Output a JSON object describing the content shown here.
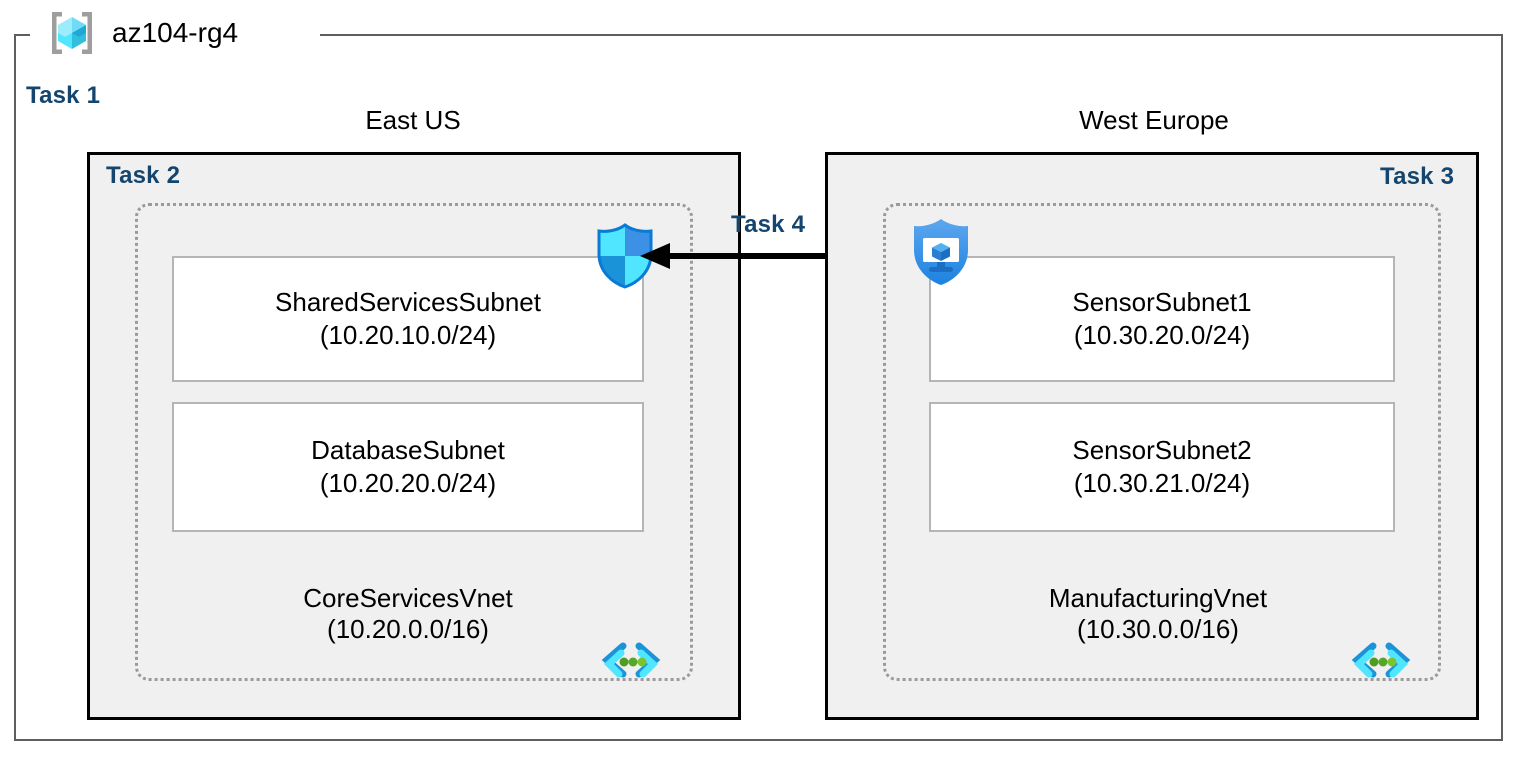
{
  "diagram": {
    "resource_group": {
      "name": "az104-rg4",
      "icon": "resource-group-cube-icon"
    },
    "task_labels": {
      "task1": "Task 1",
      "task2": "Task 2",
      "task3": "Task 3",
      "task4": "Task 4"
    },
    "colors": {
      "task_label": "#14456f",
      "region_fill": "#f0f0f0",
      "region_border": "#000000",
      "vnet_border": "#9a9a9a",
      "subnet_border": "#b5b5b5",
      "rg_border": "#5e5e5e",
      "arrow": "#000000",
      "azure_blue": "#0078d4",
      "azure_cyan": "#50e6ff"
    },
    "regions": [
      {
        "id": "east-us",
        "title": "East US",
        "task": "Task 2",
        "vnet": {
          "name": "CoreServicesVnet",
          "cidr": "(10.20.0.0/16)",
          "icon": "virtual-network-icon",
          "subnets": [
            {
              "name": "SharedServicesSubnet",
              "cidr": "(10.20.10.0/24)"
            },
            {
              "name": "DatabaseSubnet",
              "cidr": "(10.20.20.0/24)"
            }
          ]
        },
        "resource_icon": "firewall-shield-icon"
      },
      {
        "id": "west-europe",
        "title": "West Europe",
        "task": "Task 3",
        "vnet": {
          "name": "ManufacturingVnet",
          "cidr": "(10.30.0.0/16)",
          "icon": "virtual-network-icon",
          "subnets": [
            {
              "name": "SensorSubnet1",
              "cidr": "(10.30.20.0/24)"
            },
            {
              "name": "SensorSubnet2",
              "cidr": "(10.30.21.0/24)"
            }
          ]
        },
        "resource_icon": "bastion-shield-monitor-icon"
      }
    ],
    "connection": {
      "label": "Task 4",
      "direction": "right-to-left",
      "style": "solid-arrow"
    }
  }
}
